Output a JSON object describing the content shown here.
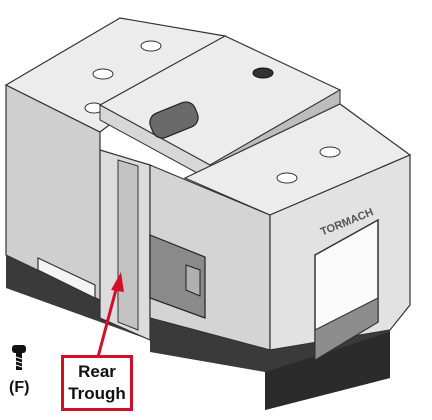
{
  "callout": {
    "line1": "Rear",
    "line2": "Trough"
  },
  "fastener_label": "(F)",
  "brand_text": "TORMACH",
  "colors": {
    "callout_border": "#d0102a",
    "arrow": "#d0102a",
    "panel_light": "#e9e9e9",
    "panel_mid": "#d2d2d2",
    "base": "#3a3a3a"
  },
  "icons": {
    "fastener": "screw-icon",
    "arrow": "callout-arrow-icon"
  }
}
